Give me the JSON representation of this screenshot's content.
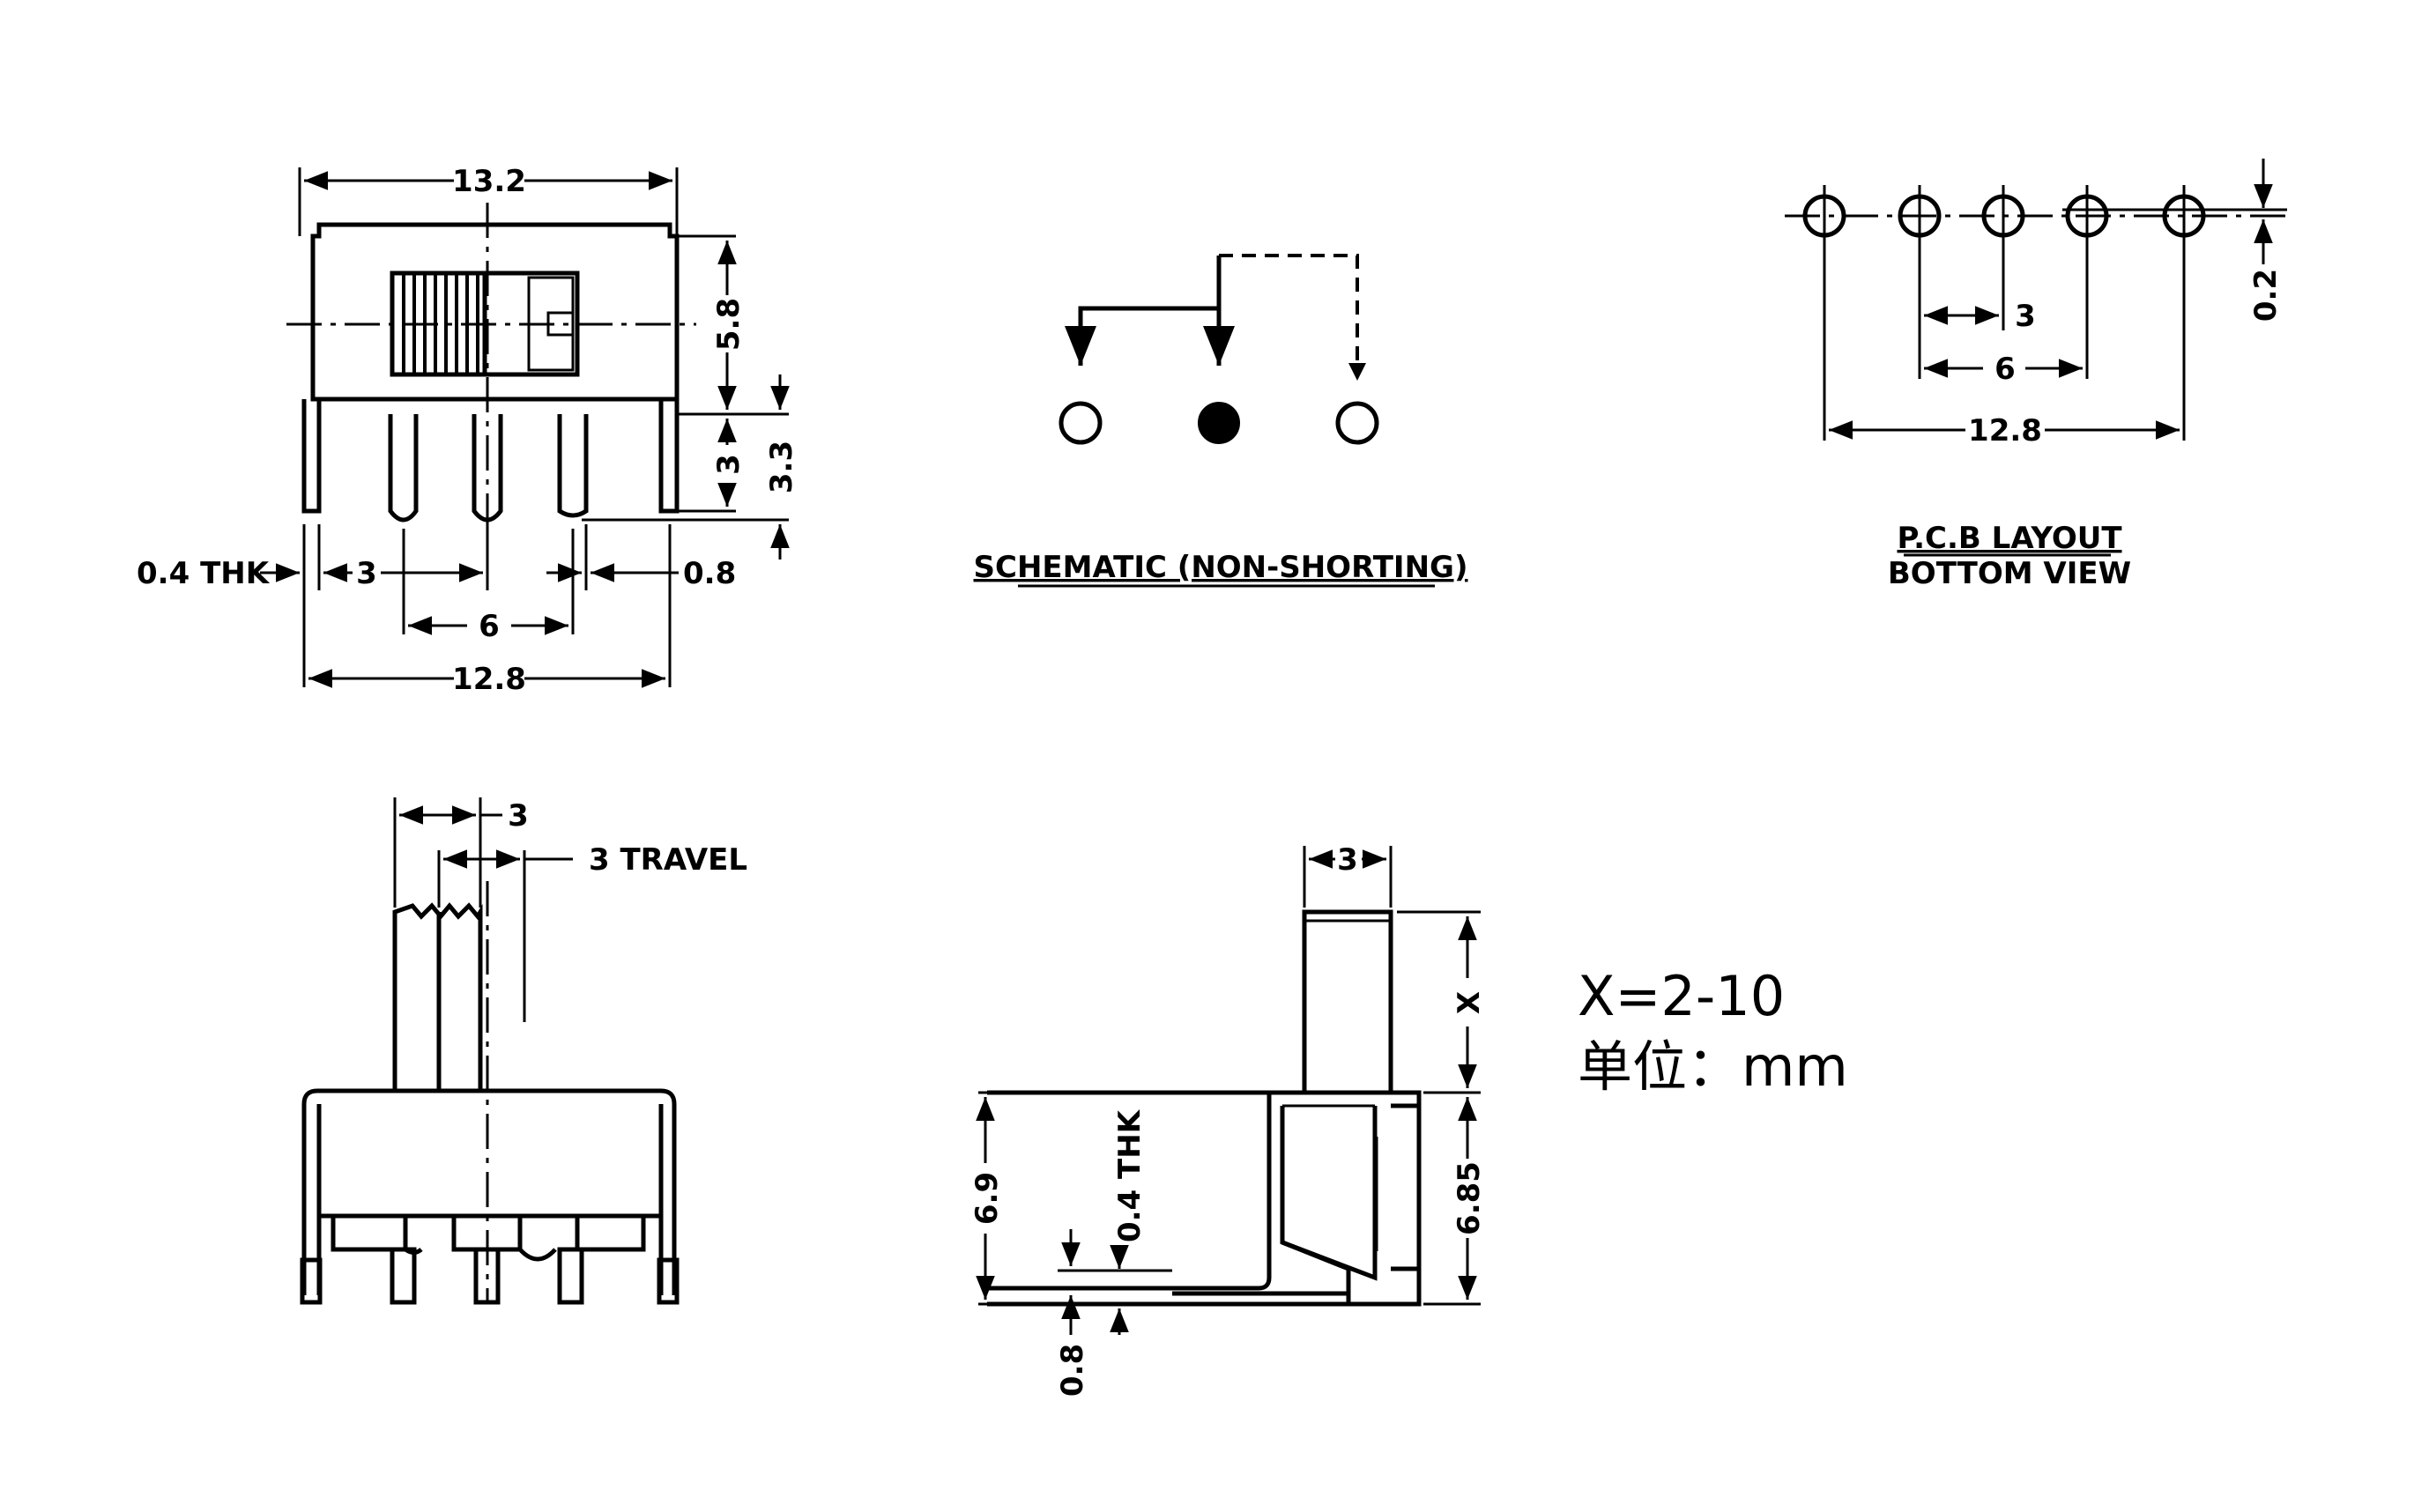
{
  "views": {
    "front": {
      "width_body": "13.2",
      "height_body": "5.8",
      "pin_height": "3",
      "pin_total_height": "3.3",
      "pin_thickness": "0.4 THK",
      "pin_pitch": "3",
      "pin_span_inner": "6",
      "pin_width": "0.8",
      "pin_span_outer": "12.8"
    },
    "schematic": {
      "title": "SCHEMATIC (NON-SHORTING)"
    },
    "pcb": {
      "title": "P.C.B LAYOUT",
      "subtitle": "BOTTOM VIEW",
      "pitch": "3",
      "span_inner": "6",
      "span_outer": "12.8",
      "offset": "0.2"
    },
    "side": {
      "actuator_width": "3",
      "travel": "3 TRAVEL"
    },
    "profile": {
      "actuator_width": "3",
      "actuator_height": "X",
      "body_height_left": "6.9",
      "body_height_right": "6.85",
      "terminal_thickness": "0.4 THK",
      "terminal_offset": "0.8"
    }
  },
  "notes": {
    "x_range": "X=2-10",
    "unit": "单位：mm"
  }
}
